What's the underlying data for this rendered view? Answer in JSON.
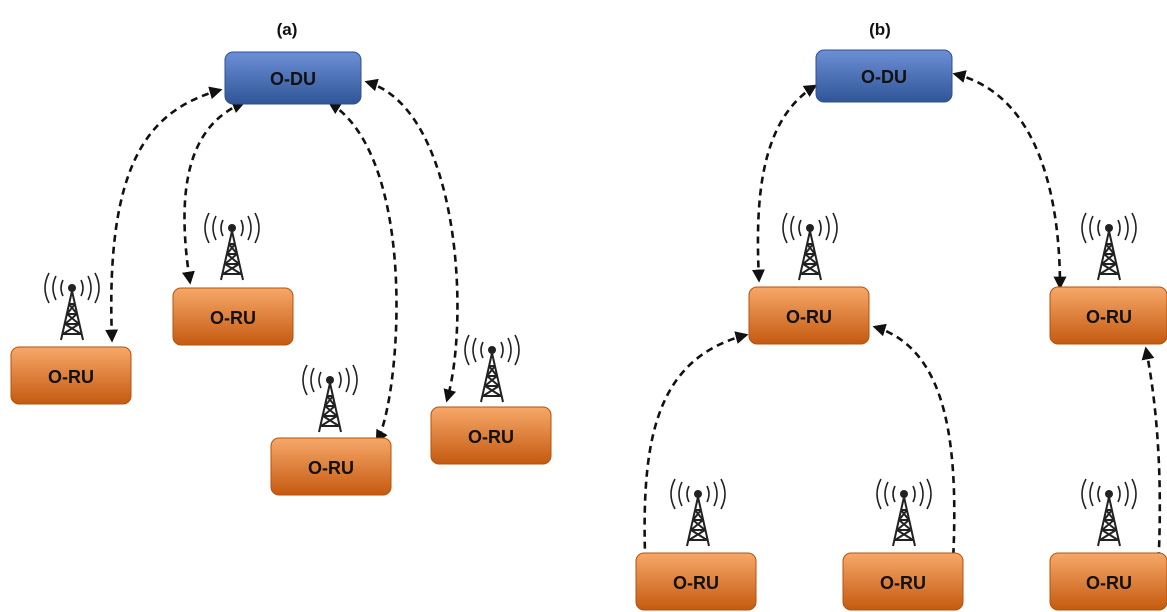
{
  "panels": [
    {
      "label": "(a)",
      "du": {
        "label": "O-DU"
      },
      "rus": [
        {
          "label": "O-RU"
        },
        {
          "label": "O-RU"
        },
        {
          "label": "O-RU"
        },
        {
          "label": "O-RU"
        }
      ]
    },
    {
      "label": "(b)",
      "du": {
        "label": "O-DU"
      },
      "rus": [
        {
          "label": "O-RU"
        },
        {
          "label": "O-RU"
        },
        {
          "label": "O-RU"
        },
        {
          "label": "O-RU"
        },
        {
          "label": "O-RU"
        }
      ]
    }
  ],
  "colors": {
    "du_top": "#6d8fd6",
    "du_bottom": "#2f5597",
    "ru_top": "#f7a869",
    "ru_bottom": "#c55a11",
    "link": "#111111"
  },
  "icons": {
    "tower": "radio-tower-icon",
    "link": "bidirectional-dashed-arrow"
  }
}
